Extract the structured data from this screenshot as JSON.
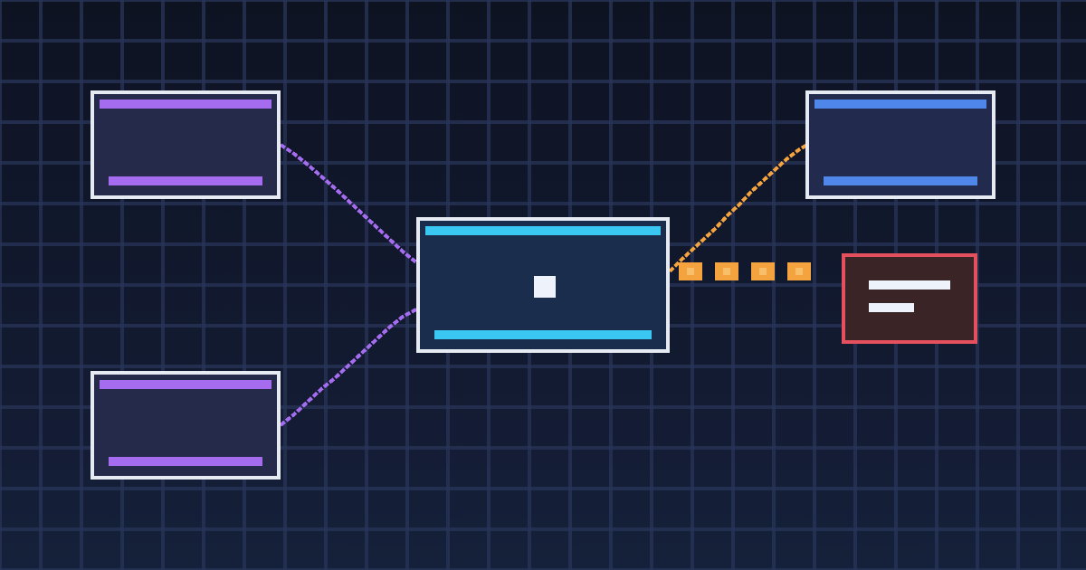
{
  "diagram": {
    "nodes": [
      {
        "id": "src-top",
        "kind": "source",
        "accent": "#a56cf0"
      },
      {
        "id": "src-bottom",
        "kind": "source",
        "accent": "#a56cf0"
      },
      {
        "id": "hub",
        "kind": "hub",
        "accent": "#3ac8f2",
        "center_marker": "square-icon"
      },
      {
        "id": "out",
        "kind": "output",
        "accent": "#4f86ea"
      },
      {
        "id": "alert",
        "kind": "alert",
        "accent": "#e5505e",
        "icon": "text-lines-icon"
      }
    ],
    "edges": [
      {
        "from": "src-top",
        "to": "hub",
        "style": "pixel-line",
        "color": "#a56cf0"
      },
      {
        "from": "src-bottom",
        "to": "hub",
        "style": "pixel-line",
        "color": "#a56cf0"
      },
      {
        "from": "hub",
        "to": "out",
        "style": "pixel-line",
        "color": "#f5a33f"
      },
      {
        "from": "hub",
        "to": "alert",
        "style": "dashed-blocks",
        "color": "#f5a33f"
      }
    ]
  },
  "colors": {
    "background": "#0f1424",
    "grid": "#283458",
    "node_border": "#e6eaf2",
    "alert_border": "#e5505e"
  }
}
